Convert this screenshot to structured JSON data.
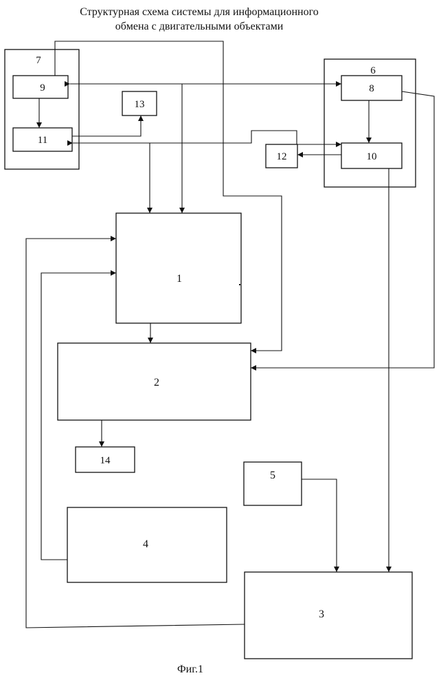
{
  "title": {
    "line1": "Структурная схема системы для информационного",
    "line2": "обмена с двигательными объектами"
  },
  "blocks": {
    "b1": "1",
    "b2": "2",
    "b3": "3",
    "b4": "4",
    "b5": "5",
    "b6": "6",
    "b7": "7",
    "b8": "8",
    "b9": "9",
    "b10": "10",
    "b11": "11",
    "b12": "12",
    "b13": "13",
    "b14": "14"
  },
  "caption": "Фиг.1"
}
